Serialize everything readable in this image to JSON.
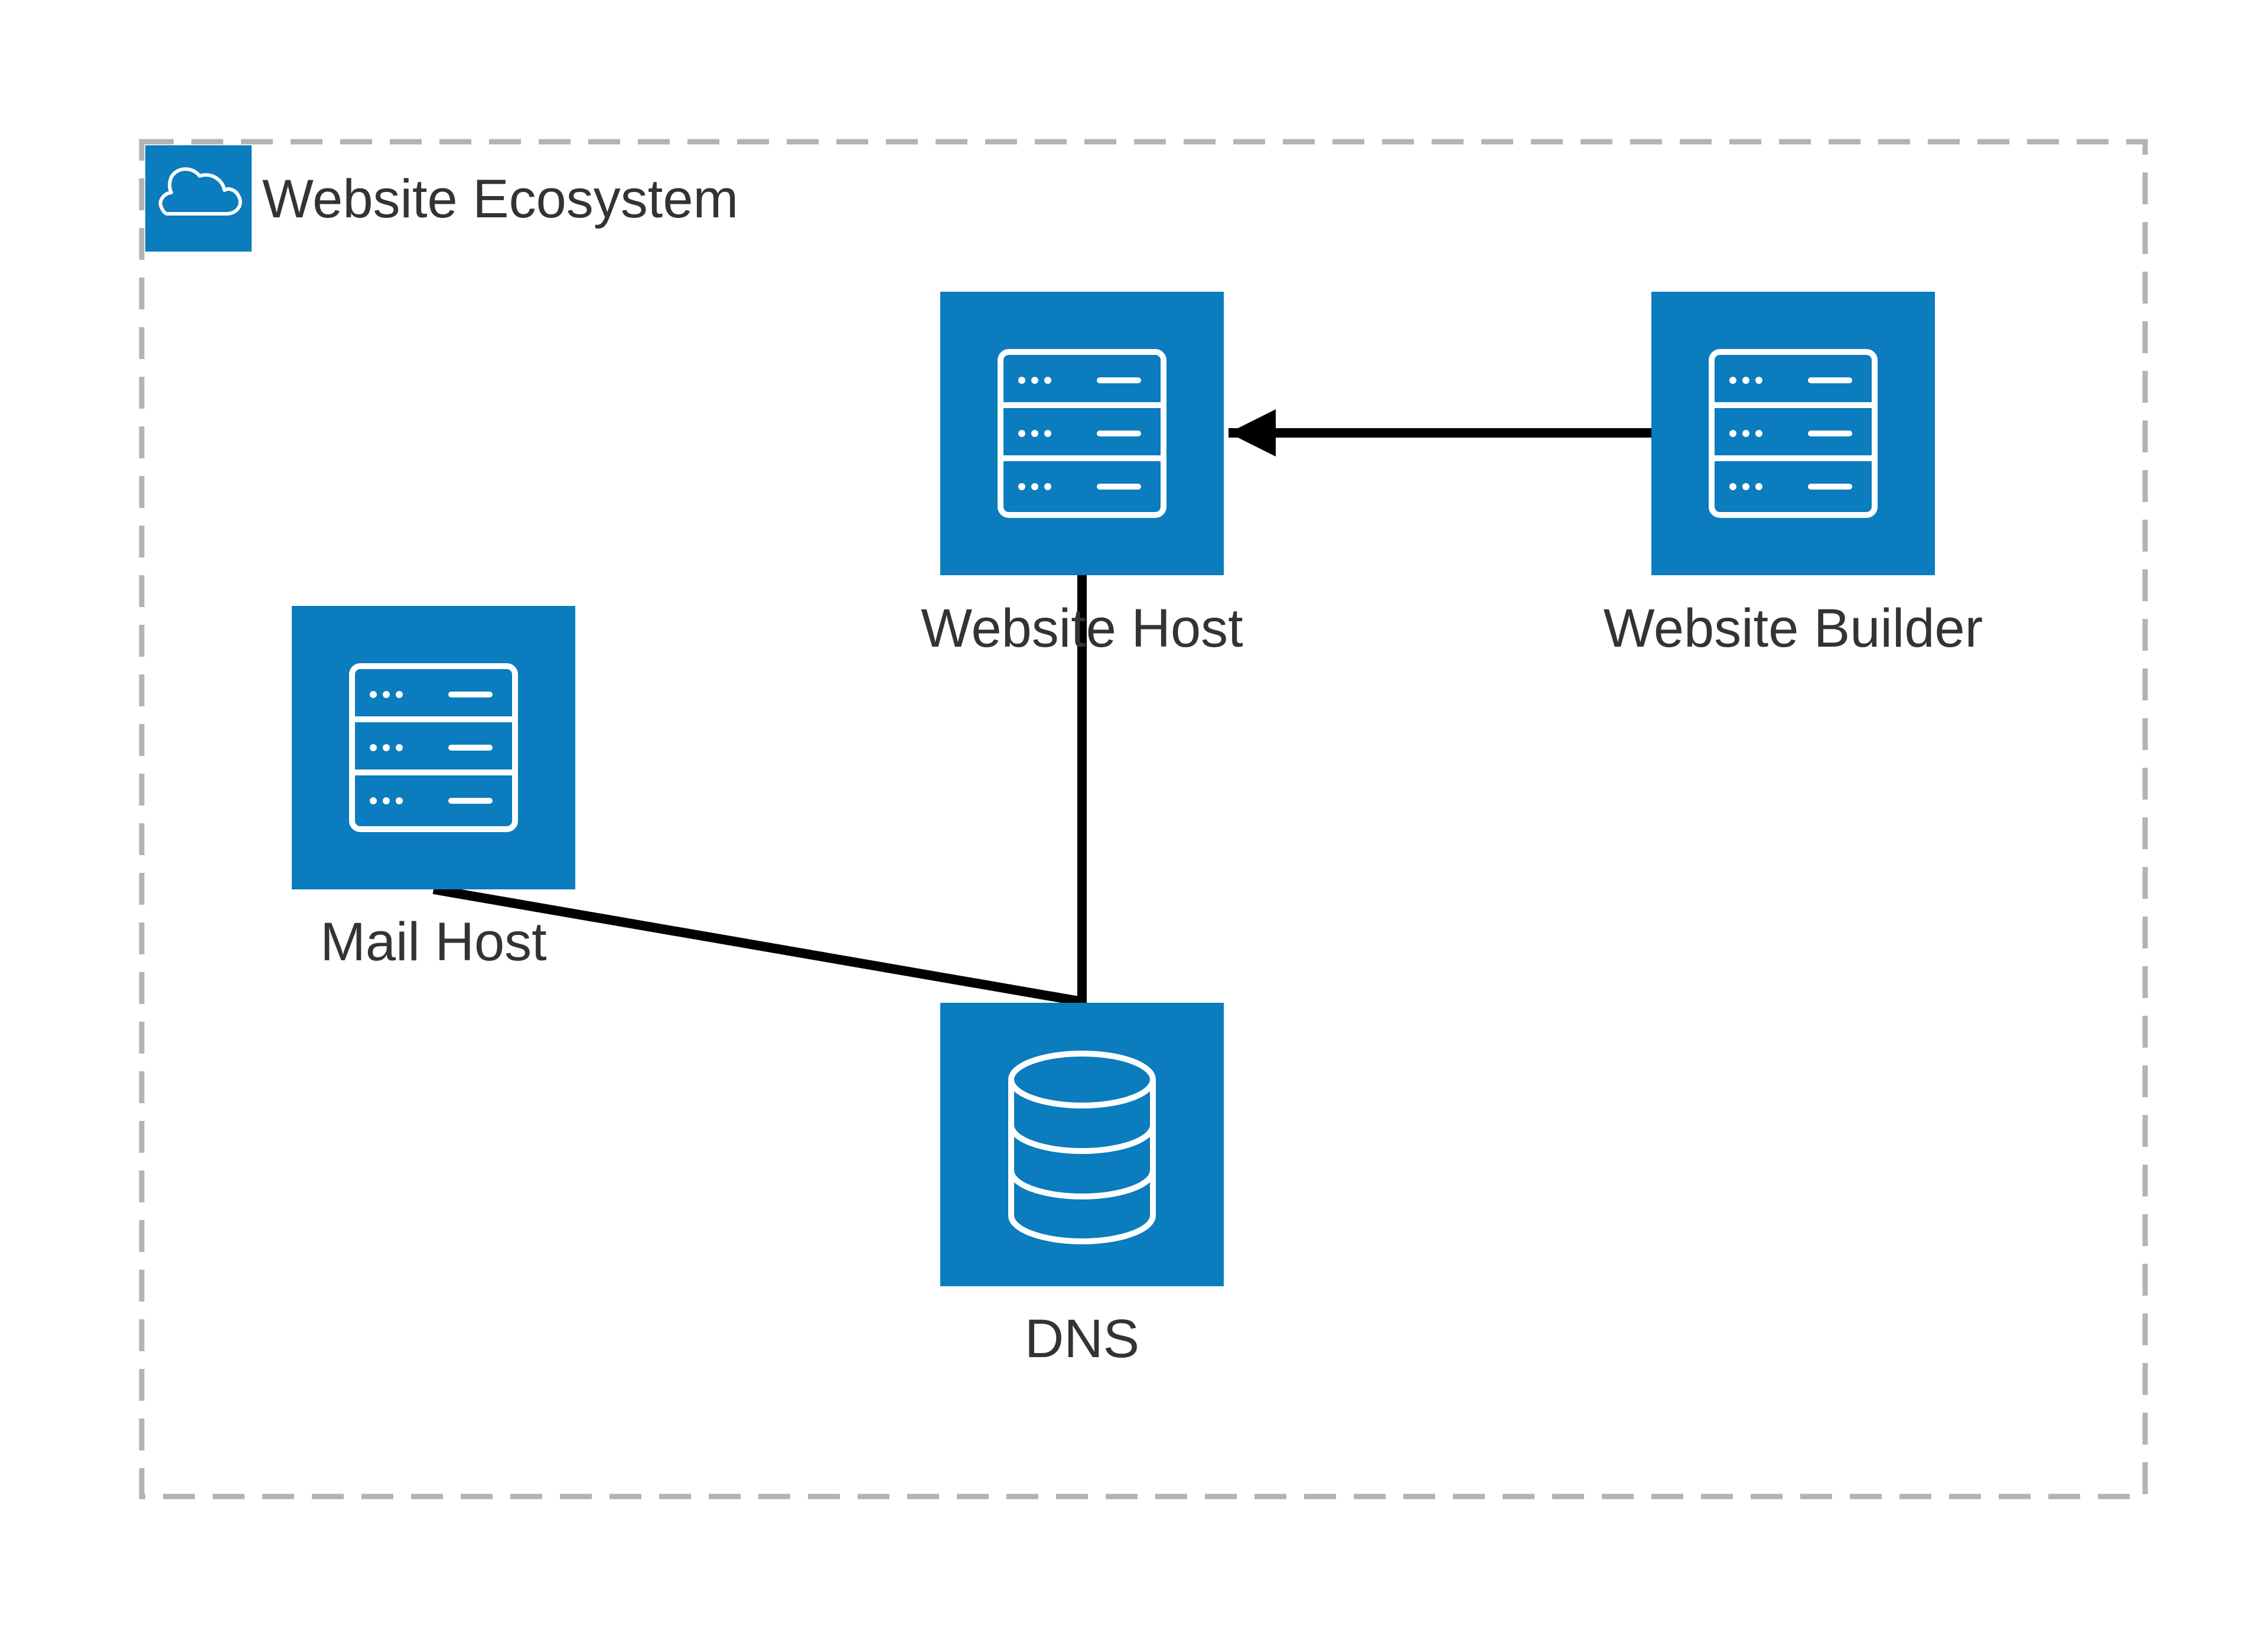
{
  "group": {
    "title": "Website Ecosystem",
    "icon": "cloud-icon"
  },
  "nodes": [
    {
      "id": "website-host",
      "label": "Website Host",
      "icon": "server-icon"
    },
    {
      "id": "website-builder",
      "label": "Website Builder",
      "icon": "server-icon"
    },
    {
      "id": "mail-host",
      "label": "Mail Host",
      "icon": "server-icon"
    },
    {
      "id": "dns",
      "label": "DNS",
      "icon": "database-icon"
    }
  ],
  "edges": [
    {
      "from": "website-builder",
      "to": "website-host",
      "arrow": "to"
    },
    {
      "from": "website-host",
      "to": "dns",
      "arrow": "none"
    },
    {
      "from": "mail-host",
      "to": "dns",
      "arrow": "none"
    }
  ],
  "colors": {
    "node_fill": "#0b7cbd",
    "icon_stroke": "#ffffff",
    "border": "#b3b3b3",
    "edge": "#000000",
    "text": "#333333"
  }
}
